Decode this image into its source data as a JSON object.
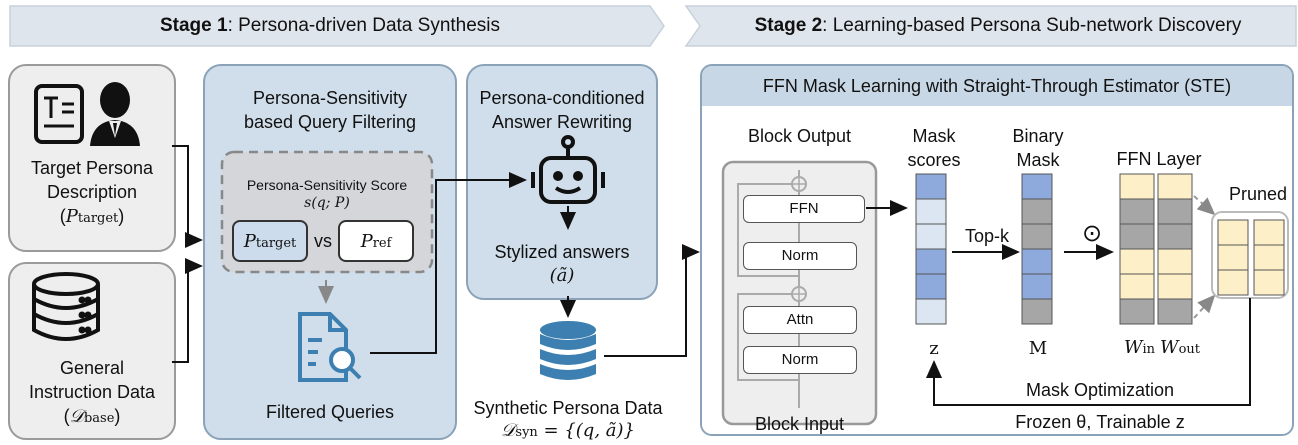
{
  "stage1": {
    "label_bold": "Stage 1",
    "label_rest": ": Persona-driven Data Synthesis"
  },
  "stage2": {
    "label_bold": "Stage 2",
    "label_rest": ": Learning-based Persona Sub-network Discovery"
  },
  "target_persona": {
    "line1": "Target Persona",
    "line2": "Description",
    "math": "P",
    "math_sub": "target",
    "paren_open": "(",
    "paren_close": ")"
  },
  "instruction": {
    "line1": "General",
    "line2": "Instruction Data",
    "math": "𝒟",
    "math_sub": "base",
    "paren_open": "(",
    "paren_close": ")"
  },
  "filtering": {
    "title1": "Persona-Sensitivity",
    "title2": "based Query Filtering",
    "score_title": "Persona-Sensitivity Score",
    "score_formula": "s(q; P)",
    "p_target": "P",
    "p_target_sub": "target",
    "vs": "vs",
    "p_ref": "P",
    "p_ref_sub": "ref",
    "output": "Filtered Queries"
  },
  "rewriting": {
    "title1": "Persona-conditioned",
    "title2": "Answer Rewriting",
    "output1": "Stylized answers",
    "output2": "(ã)"
  },
  "synthetic": {
    "line1": "Synthetic Persona Data",
    "formula": "𝒟",
    "formula_sub": "syn",
    "formula_rest": " = {(q, ã)}"
  },
  "mask_learning": {
    "title": "FFN Mask Learning with Straight-Through Estimator (STE)",
    "block_output": "Block Output",
    "block_input": "Block Input",
    "ffn": "FFN",
    "norm1": "Norm",
    "attn": "Attn",
    "norm2": "Norm",
    "mask_scores1": "Mask",
    "mask_scores2": "scores",
    "binary1": "Binary",
    "binary2": "Mask",
    "ffn_layer": "FFN Layer",
    "pruned": "Pruned",
    "topk": "Top-k",
    "odot": "⊙",
    "z_label": "z",
    "m_label": "M",
    "w_in": "W",
    "w_in_sub": "in",
    "w_out": "W",
    "w_out_sub": "out",
    "optimization": "Mask Optimization",
    "frozen": "Frozen θ, Trainable z"
  },
  "colors": {
    "blue_panel": "#cfdeea",
    "grey_card": "#eeeeee",
    "mask_blue": "#8ea9db",
    "mask_light": "#dce6f2",
    "mask_grey": "#a6a6a6",
    "ffn_yellow": "#fdf0c8",
    "accent_blue": "#3c7fb0"
  }
}
